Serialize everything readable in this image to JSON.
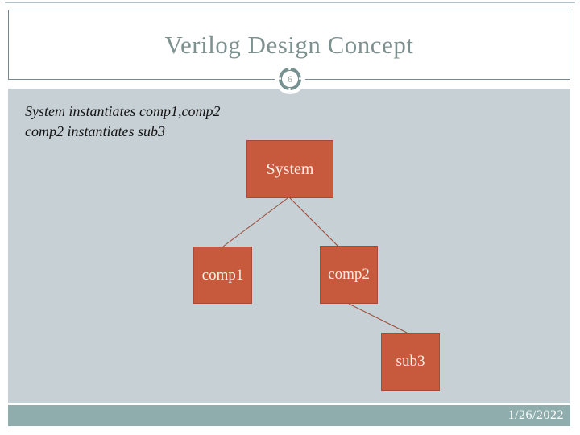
{
  "slide": {
    "title": "Verilog Design Concept",
    "page_number": "6",
    "body_lines": [
      "System instantiates comp1,comp2",
      "comp2 instantiates sub3"
    ],
    "footer": {
      "date": "1/26/2022"
    }
  },
  "diagram": {
    "nodes": [
      {
        "id": "system",
        "label": "System"
      },
      {
        "id": "comp1",
        "label": "comp1"
      },
      {
        "id": "comp2",
        "label": "comp2"
      },
      {
        "id": "sub3",
        "label": "sub3"
      }
    ],
    "edges": [
      {
        "from": "System",
        "to": "comp1"
      },
      {
        "from": "System",
        "to": "comp2"
      },
      {
        "from": "comp2",
        "to": "sub3"
      }
    ]
  },
  "colors": {
    "node_fill": "#c7593d",
    "node_border": "#a34c39",
    "connector": "#9c4a38",
    "main_background": "#c6d0d5",
    "footer_background": "#8fadac",
    "title_text": "#7d918f"
  }
}
